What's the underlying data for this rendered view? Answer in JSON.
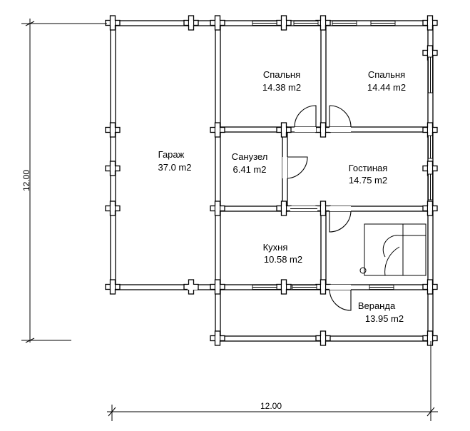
{
  "plan": {
    "rooms": [
      {
        "id": "garage",
        "name": "Гараж",
        "area": "37.0 m2"
      },
      {
        "id": "bedroom1",
        "name": "Спальня",
        "area": "14.38 m2"
      },
      {
        "id": "bedroom2",
        "name": "Спальня",
        "area": "14.44 m2"
      },
      {
        "id": "bathroom",
        "name": "Санузел",
        "area": "6.41 m2"
      },
      {
        "id": "living",
        "name": "Гостиная",
        "area": "14.75 m2"
      },
      {
        "id": "kitchen",
        "name": "Кухня",
        "area": "10.58 m2"
      },
      {
        "id": "veranda",
        "name": "Веранда",
        "area": "13.95 m2"
      }
    ],
    "dimensions": {
      "width": "12.00",
      "height": "12.00"
    }
  }
}
